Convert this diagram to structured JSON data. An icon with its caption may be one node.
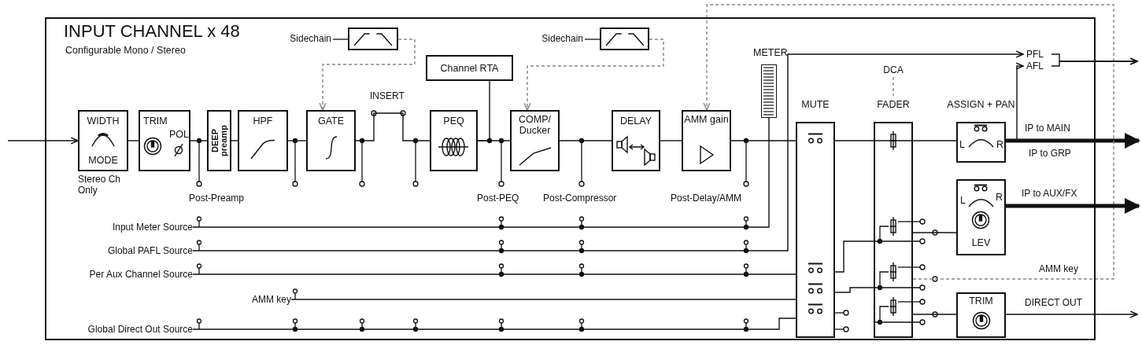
{
  "diagram": {
    "nodes": [
      {
        "text": [
          "INPUT CHANNEL x 48",
          "Configurable Mono / Stereo"
        ]
      },
      {
        "text": [
          "WIDTH",
          "MODE"
        ],
        "in": 0,
        "beside": [
          "Stereo Ch Only"
        ]
      },
      {
        "text": [
          "TRIM",
          "POL"
        ],
        "in": 0
      },
      {
        "text": [
          "DEEP preamp"
        ],
        "in": 0
      },
      {
        "text": [
          "HPF"
        ],
        "in": 0
      },
      {
        "text": [
          "GATE"
        ],
        "in": 0
      },
      {
        "text": [],
        "shape": "box",
        "in": 0,
        "beside": [
          "Sidechain"
        ]
      },
      {
        "text": [
          "PEQ"
        ],
        "in": 0
      },
      {
        "text": [
          "Channel RTA"
        ],
        "in": 0
      },
      {
        "text": [
          "COMP/ Ducker"
        ],
        "in": 0
      },
      {
        "text": [],
        "shape": "box",
        "in": 0,
        "beside": [
          "Sidechain"
        ]
      },
      {
        "text": [
          "DELAY"
        ],
        "in": 0
      },
      {
        "text": [
          "AMM gain"
        ],
        "in": 0
      },
      {
        "text": [
          "METER"
        ],
        "in": 0
      },
      {
        "text": [
          "MUTE"
        ],
        "in": 0
      },
      {
        "text": [
          "DCA"
        ],
        "in": 0
      },
      {
        "text": [
          "FADER"
        ],
        "in": 0
      },
      {
        "text": [
          "ASSIGN + PAN",
          "L",
          "R"
        ],
        "in": 0
      },
      {
        "text": [
          "L",
          "R",
          "LEV"
        ],
        "in": 0
      },
      {
        "text": [
          "TRIM"
        ],
        "in": 0
      },
      {
        "text": [
          "PFL"
        ],
        "in": 0
      },
      {
        "text": [
          "AFL"
        ],
        "in": 0
      },
      {
        "text": [
          "Input Meter Source"
        ],
        "in": 0
      },
      {
        "text": [
          "Global PAFL Source"
        ],
        "in": 0
      },
      {
        "text": [
          "Per Aux Channel Source"
        ],
        "in": 0
      },
      {
        "text": [
          "AMM key"
        ],
        "in": 0
      },
      {
        "text": [
          "Global Direct Out Source"
        ],
        "in": 0
      }
    ],
    "edges": [
      {
        "from": null,
        "to": 1,
        "arrow": "to"
      },
      {
        "from": 1,
        "to": 2,
        "arrow": "none"
      },
      {
        "from": 2,
        "to": 3,
        "arrow": "none"
      },
      {
        "from": 3,
        "to": 4,
        "arrow": "none"
      },
      {
        "from": 4,
        "to": 5,
        "arrow": "none"
      },
      {
        "from": 5,
        "to": 7,
        "arrow": "none",
        "label": "INSERT"
      },
      {
        "from": 7,
        "to": 9,
        "arrow": "none"
      },
      {
        "from": 7,
        "to": 8,
        "arrow": "none"
      },
      {
        "from": 6,
        "to": 5,
        "arrow": "to",
        "style": "dashed",
        "color": "#888888"
      },
      {
        "from": 9,
        "to": 11,
        "arrow": "none"
      },
      {
        "from": 10,
        "to": 9,
        "arrow": "to",
        "style": "dashed",
        "color": "#888888"
      },
      {
        "from": 11,
        "to": 12,
        "arrow": "none"
      },
      {
        "from": 12,
        "to": 14,
        "arrow": "none"
      },
      {
        "from": 14,
        "to": 16,
        "arrow": "none"
      },
      {
        "from": 16,
        "to": 17,
        "arrow": "none"
      },
      {
        "from": 17,
        "to": 21,
        "arrow": "to"
      },
      {
        "from": 17,
        "to": null,
        "arrow": "to",
        "style": "thick",
        "label": "IP to MAIN"
      },
      {
        "from": 15,
        "to": 16,
        "arrow": "none",
        "style": "dashed",
        "color": "#888888"
      },
      {
        "from": 22,
        "to": 13,
        "arrow": "none"
      },
      {
        "from": 23,
        "to": 20,
        "arrow": "to"
      },
      {
        "from": 24,
        "to": 14,
        "arrow": "none"
      },
      {
        "from": 25,
        "to": 14,
        "arrow": "none"
      },
      {
        "from": 26,
        "to": 14,
        "arrow": "none"
      },
      {
        "from": 14,
        "to": 16,
        "arrow": "none"
      },
      {
        "from": 14,
        "to": 16,
        "arrow": "none"
      },
      {
        "from": 16,
        "to": 18,
        "arrow": "none"
      },
      {
        "from": 16,
        "to": 19,
        "arrow": "none"
      },
      {
        "from": 16,
        "to": 12,
        "arrow": "to",
        "style": "dashed",
        "color": "#888888",
        "label": "AMM key"
      },
      {
        "from": 18,
        "to": null,
        "arrow": "to",
        "style": "thick",
        "label": "IP to AUX/FX"
      },
      {
        "from": 19,
        "to": null,
        "arrow": "to",
        "label": "DIRECT OUT"
      },
      {
        "from": 20,
        "to": null,
        "arrow": "to"
      },
      {
        "from": 21,
        "to": null,
        "arrow": "to"
      }
    ],
    "labels": [
      "Post-Preamp",
      "Post-PEQ",
      "Post-Compressor",
      "Post-Delay/AMM",
      "IP to GRP"
    ]
  }
}
